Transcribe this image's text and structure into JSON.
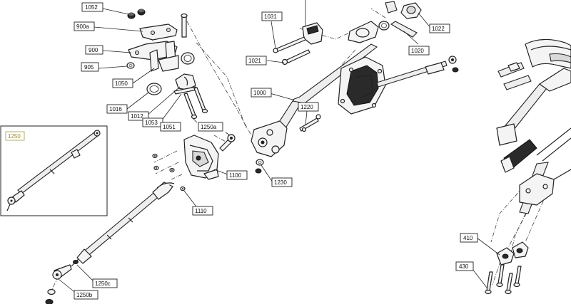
{
  "callouts": {
    "c1052": "1052",
    "c900a": "900a",
    "c900": "900",
    "c905": "905",
    "c1050": "1050",
    "c1016": "1016",
    "c1012": "1012",
    "c1053": "1053",
    "c1051": "1051",
    "c1250a": "1250a",
    "c1100": "1100",
    "c1110": "1110",
    "c1250c": "1250c",
    "c1250b": "1250b",
    "c1031": "1031",
    "c1021": "1021",
    "c1000": "1000",
    "c1220": "1220",
    "c1230": "1230",
    "c1020": "1020",
    "c1022": "1022",
    "c410": "410",
    "c430": "430"
  },
  "inset": {
    "label": "1250",
    "label_color": "#9c8c2c"
  },
  "colors": {
    "line": "#222222",
    "part_fill": "#f4f4f4",
    "background": "#ffffff"
  }
}
